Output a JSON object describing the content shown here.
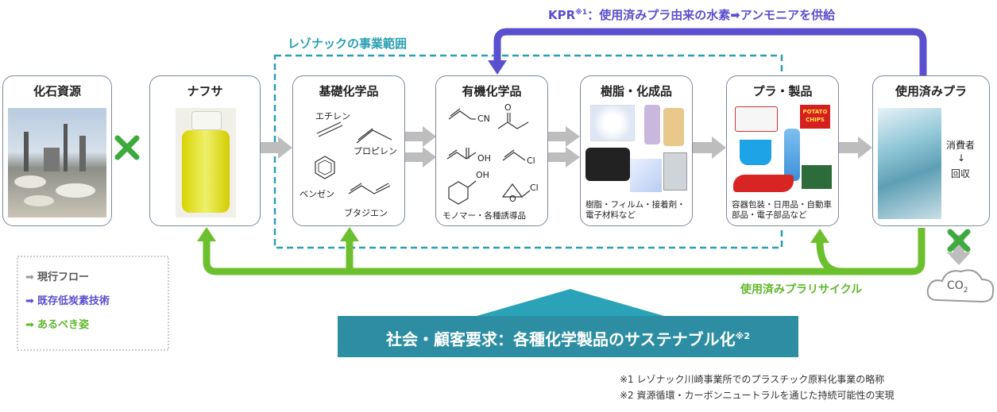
{
  "kpr": {
    "label": "KPR",
    "sup": "※1",
    "text": "：使用済みプラ由来の水素➡アンモニアを供給"
  },
  "scope_label": "レゾナックの事業範囲",
  "stages": [
    {
      "title": "化石資源"
    },
    {
      "title": "ナフサ"
    },
    {
      "title": "基礎化学品",
      "items": [
        "エチレン",
        "プロピレン",
        "ベンゼン",
        "ブタジエン"
      ]
    },
    {
      "title": "有機化学品",
      "items": [
        "CN",
        "O",
        "OH",
        "OH",
        "Cl",
        "Cl",
        "O"
      ],
      "caption": "モノマー・各種誘導品"
    },
    {
      "title": "樹脂・化成品",
      "caption": "樹脂・フィルム・接着剤・電子材料など"
    },
    {
      "title": "プラ・製品",
      "chips_label": "POTATO CHIPS",
      "caption": "容器包装・日用品・自動車部品・電子部品など"
    },
    {
      "title": "使用済みプラ",
      "side_top": "消費者",
      "side_arrow": "↓",
      "side_bottom": "回収"
    }
  ],
  "legend": [
    {
      "arrow": "➡",
      "text": "現行フロー",
      "color": "#9a9a9a"
    },
    {
      "arrow": "➡",
      "text": "既存低炭素技術",
      "color": "#5a4fcf"
    },
    {
      "arrow": "➡",
      "text": "あるべき姿",
      "color": "#5fb82b"
    }
  ],
  "recycle_label": "使用済みプラリサイクル",
  "co2": {
    "main": "CO",
    "sub": "2"
  },
  "banner": {
    "text": "社会・顧客要求：各種化学製品のサステナブル化",
    "sup": "※2"
  },
  "notes": [
    "※1 レゾナック川崎事業所でのプラスチック原料化事業の略称",
    "※2 資源循環・カーボンニュートラルを通じた持続可能性の実現"
  ],
  "colors": {
    "gray_arrow": "#b8b8b8",
    "blue": "#5a4fcf",
    "green": "#6cc02e",
    "teal": "#2a9fb3",
    "banner": "#2d8ea3",
    "cross": "#3daa3d"
  }
}
